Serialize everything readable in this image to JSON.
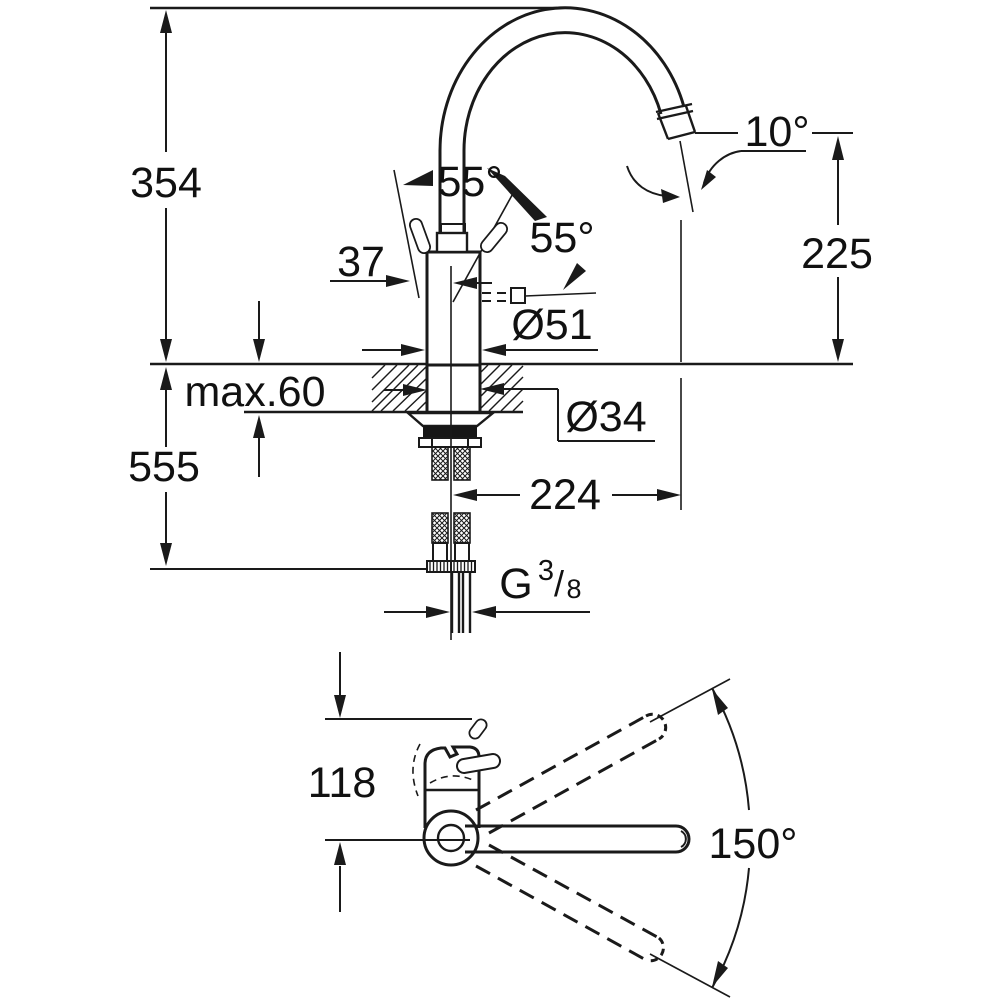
{
  "drawing": {
    "type": "faucet-installation-dimension-drawing",
    "colors": {
      "line": "#1a1a1a",
      "background": "#ffffff"
    }
  },
  "side_view": {
    "height_above_deck": "354",
    "height_below_deck": "555",
    "deck_thickness_max": "max.60",
    "handle_offset": "37",
    "handle_angle_left": "55°",
    "handle_angle_right": "55°",
    "body_diameter": "Ø51",
    "hole_diameter": "Ø34",
    "spout_reach": "224",
    "spout_outlet_height": "225",
    "outlet_angle": "10°",
    "thread": {
      "g": "G",
      "sup": "3",
      "slash": "/",
      "sub": "8"
    }
  },
  "top_view": {
    "handle_projection": "118",
    "swivel_angle": "150°"
  }
}
